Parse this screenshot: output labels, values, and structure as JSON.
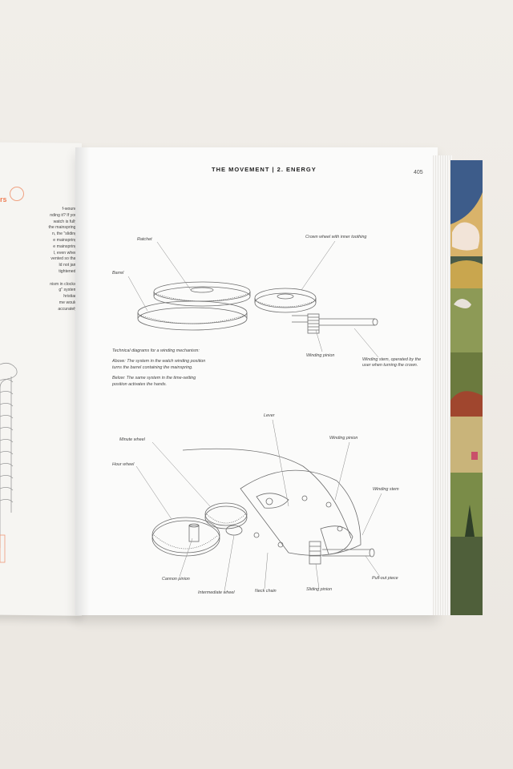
{
  "page": {
    "header": "THE MOVEMENT | 2. ENERGY",
    "page_number": "405"
  },
  "left_page": {
    "title": "rs",
    "lines": [
      "f-wound",
      "nding it? If you",
      "watch is fully",
      "the mainspring.",
      "n, the \"sliding",
      "e mainspring",
      "e mainspring",
      "l, even when",
      "vented so that",
      "ld not jam",
      "tightened.",
      "",
      "nism in clocks.",
      "g\" system",
      "hristian",
      "me would",
      "accurately"
    ]
  },
  "captions": {
    "intro": "Technical diagrams for a winding mechanism:",
    "above": "Above: The system in the watch winding position turns the barrel containing the mainspring.",
    "below": "Below: The same system in the time-setting position activates the hands."
  },
  "top_labels": {
    "ratchet": "Ratchet",
    "barrel": "Barrel",
    "crown_wheel": "Crown wheel with inner toothing",
    "winding_pinion": "Winding pinion",
    "winding_stem": "Winding stem, operated by the user when turning the crown."
  },
  "bottom_labels": {
    "lever": "Lever",
    "minute_wheel": "Minute wheel",
    "winding_pinion": "Winding pinion",
    "hour_wheel": "Hour wheel",
    "winding_stem": "Winding stem",
    "cannon_pinion": "Cannon pinion",
    "pull_out_piece": "Pull-out piece",
    "intermediate_wheel": "Intermediate wheel",
    "neck_chain": "Neck chain",
    "sliding_pinion": "Sliding pinion"
  },
  "colors": {
    "accent": "#ef7e55",
    "ink": "#555555"
  }
}
